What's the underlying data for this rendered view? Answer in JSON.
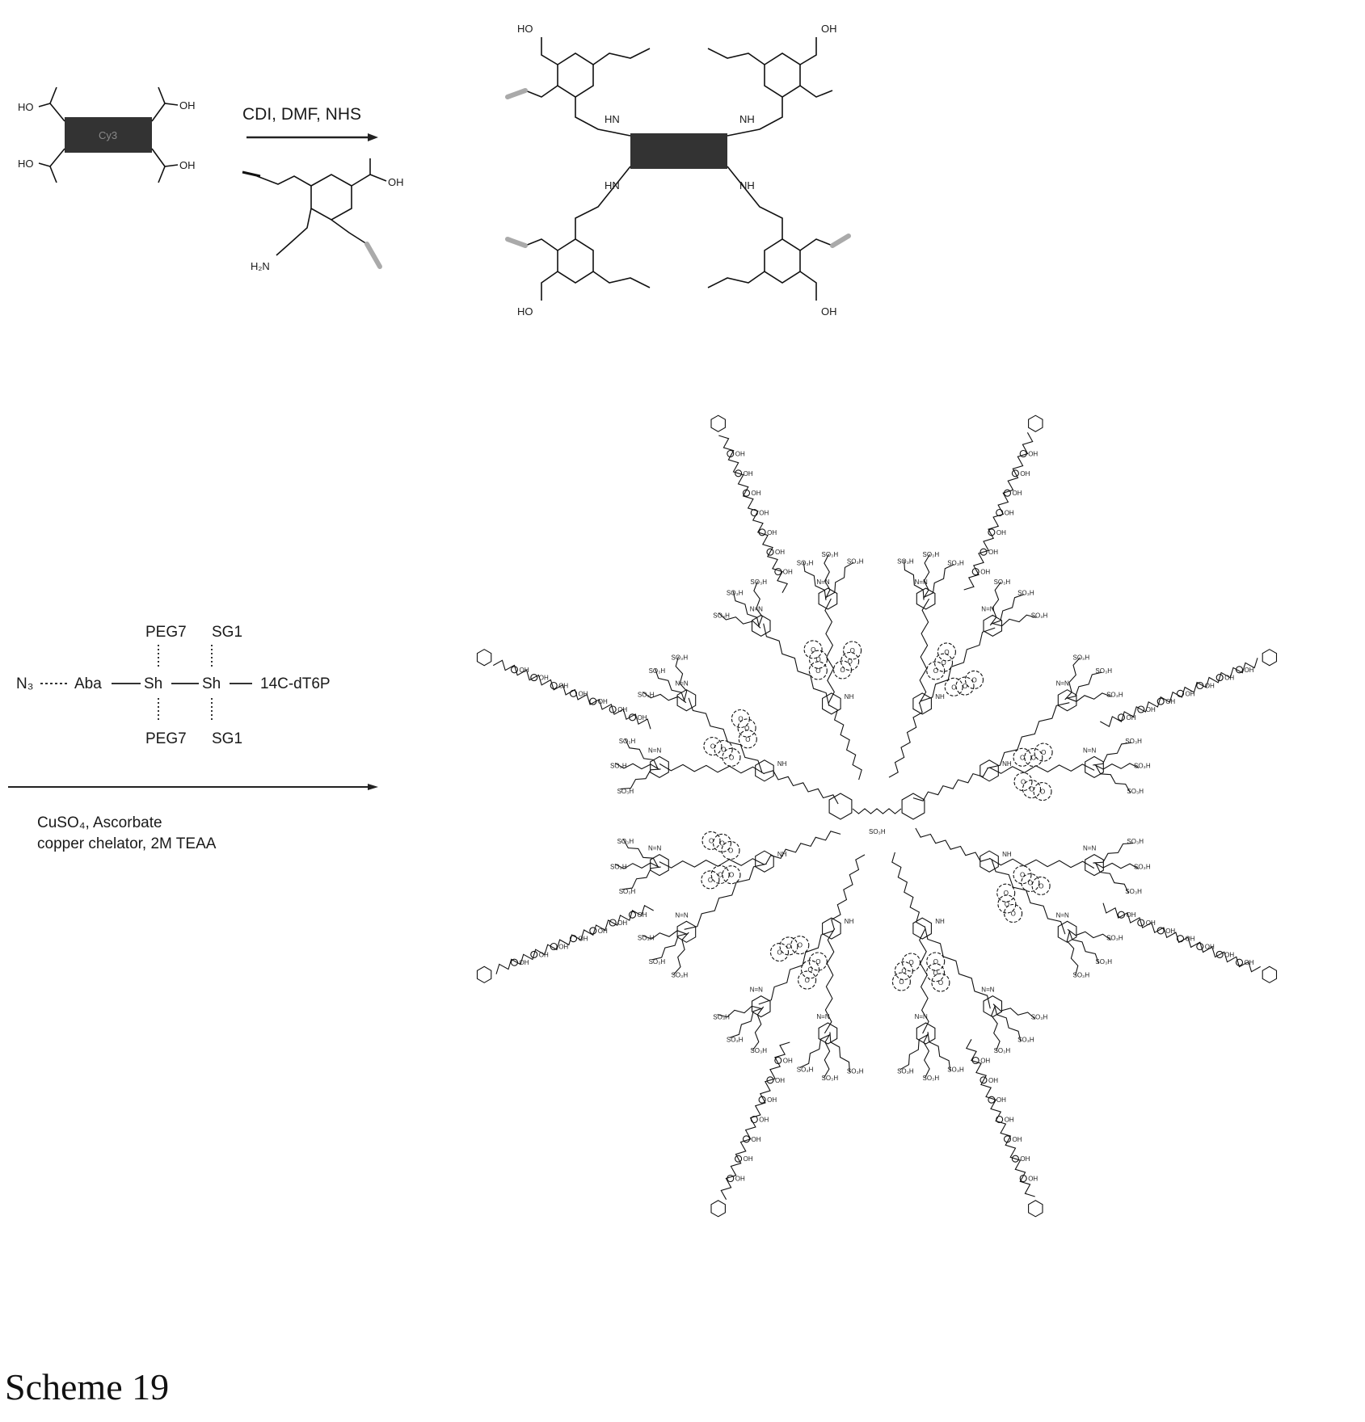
{
  "step1": {
    "reagents": "CDI, DMF, NHS",
    "core_label": "Cy3",
    "acid_groups": [
      "HO",
      "OH",
      "HO",
      "OH"
    ],
    "linker_atoms": [
      "OH",
      "H₂N"
    ],
    "amide_labels": [
      "HN",
      "NH",
      "HN",
      "NH"
    ],
    "product_acids": [
      "HO",
      "OH",
      "HO",
      "OH"
    ]
  },
  "step2": {
    "azide": "N₃",
    "aba": "Aba",
    "sh1": "Sh",
    "sh2": "Sh",
    "terminal": "14C-dT6P",
    "peg_top": "PEG7",
    "sg_top": "SG1",
    "peg_bottom": "PEG7",
    "sg_bottom": "SG1",
    "conditions_line1": "CuSO₄, Ascorbate",
    "conditions_line2": "copper chelator, 2M TEAA"
  },
  "dendrimer": {
    "sulfonate": "SO₃H",
    "hydroxyl": "OH",
    "triazole": "N=N",
    "amide": "NH",
    "oxygen": "O"
  },
  "caption": "Scheme 19"
}
